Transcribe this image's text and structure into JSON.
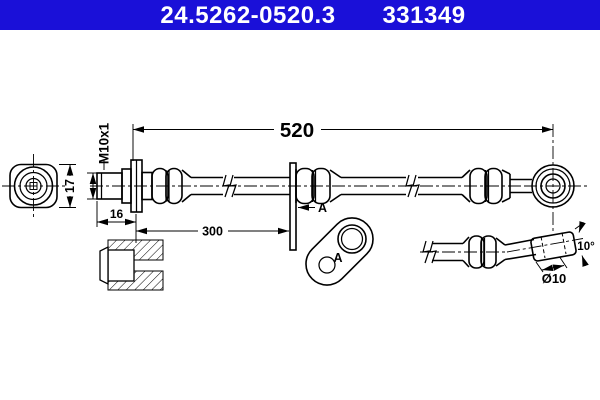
{
  "header": {
    "part_number": "24.5262-0520.3",
    "ref_number": "331349",
    "bg_color": "#1a10d8",
    "text_color": "#ffffff"
  },
  "drawing": {
    "line_color": "#000000",
    "labels": {
      "total_length": "520",
      "mid_length": "300",
      "fitting_offset": "16",
      "hex_flats": "17",
      "thread": "M10x1",
      "clip_ref": "A",
      "clip_view": "A",
      "banjo_dia": "Ø10",
      "banjo_angle": "10°"
    }
  }
}
